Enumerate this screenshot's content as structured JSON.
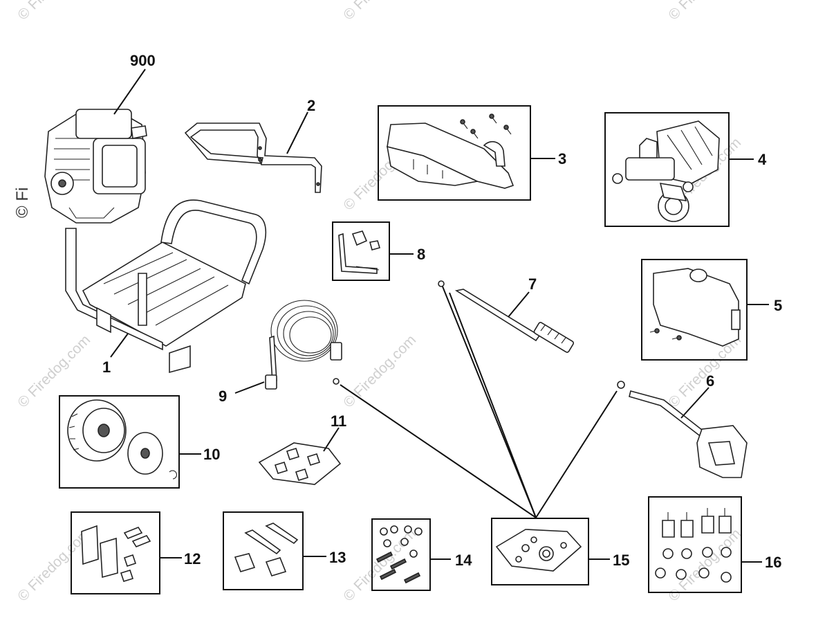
{
  "watermark": {
    "text": "© Firedog.com",
    "side_text": "© Fi"
  },
  "callouts": [
    "900",
    "2",
    "3",
    "4",
    "8",
    "7",
    "5",
    "1",
    "9",
    "6",
    "11",
    "10",
    "12",
    "13",
    "14",
    "15",
    "16"
  ]
}
